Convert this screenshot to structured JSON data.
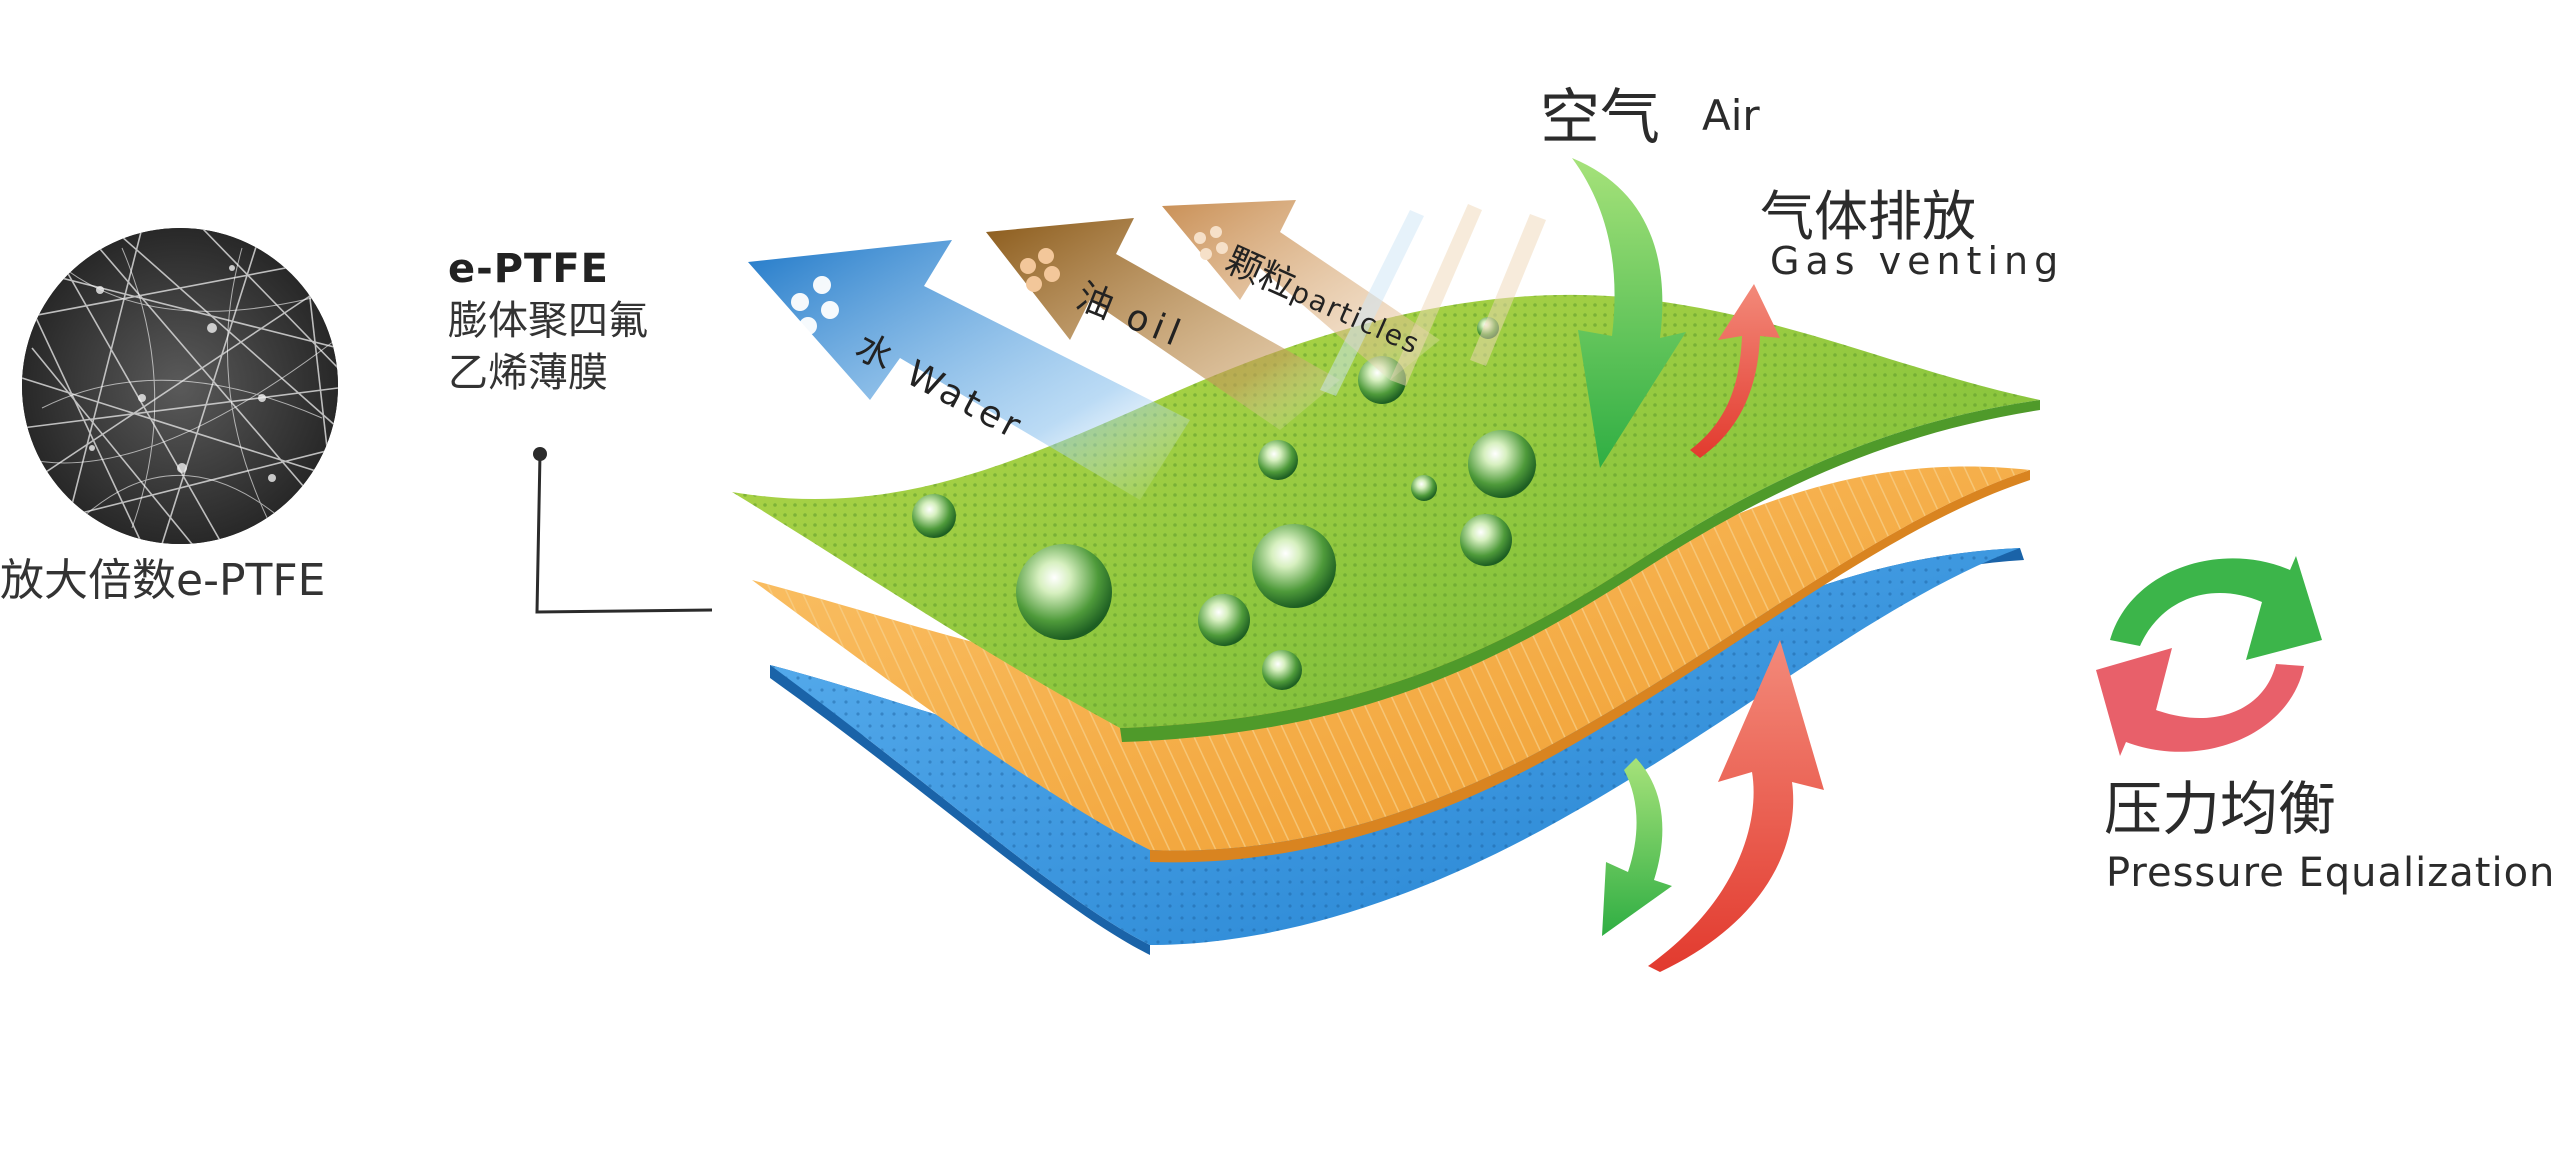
{
  "microscope": {
    "caption": "放大倍数e-PTFE"
  },
  "membrane": {
    "title": "e-PTFE",
    "line1": "膨体聚四氟",
    "line2": "乙烯薄膜"
  },
  "blocked": [
    {
      "cn": "水",
      "en": "Water"
    },
    {
      "cn": "油",
      "en": "oil"
    },
    {
      "cn": "颗粒",
      "en": "particles"
    }
  ],
  "air": {
    "cn": "空气",
    "en": "Air"
  },
  "gas_venting": {
    "cn": "气体排放",
    "en": "Gas venting"
  },
  "pressure": {
    "cn": "压力均衡",
    "en": "Pressure Equalization"
  },
  "colors": {
    "green_layer": "#8cc63e",
    "orange_layer": "#f4a53c",
    "blue_layer": "#2f8fd8",
    "water_arrow": "#1f78c8",
    "oil_arrow": "#8a5a1a",
    "particles_arrow": "#c98f55",
    "air_arrow": "#3cb54a",
    "vent_arrow": "#e8483c",
    "cycle_green": "#3cb54a",
    "cycle_red": "#e8606a"
  }
}
